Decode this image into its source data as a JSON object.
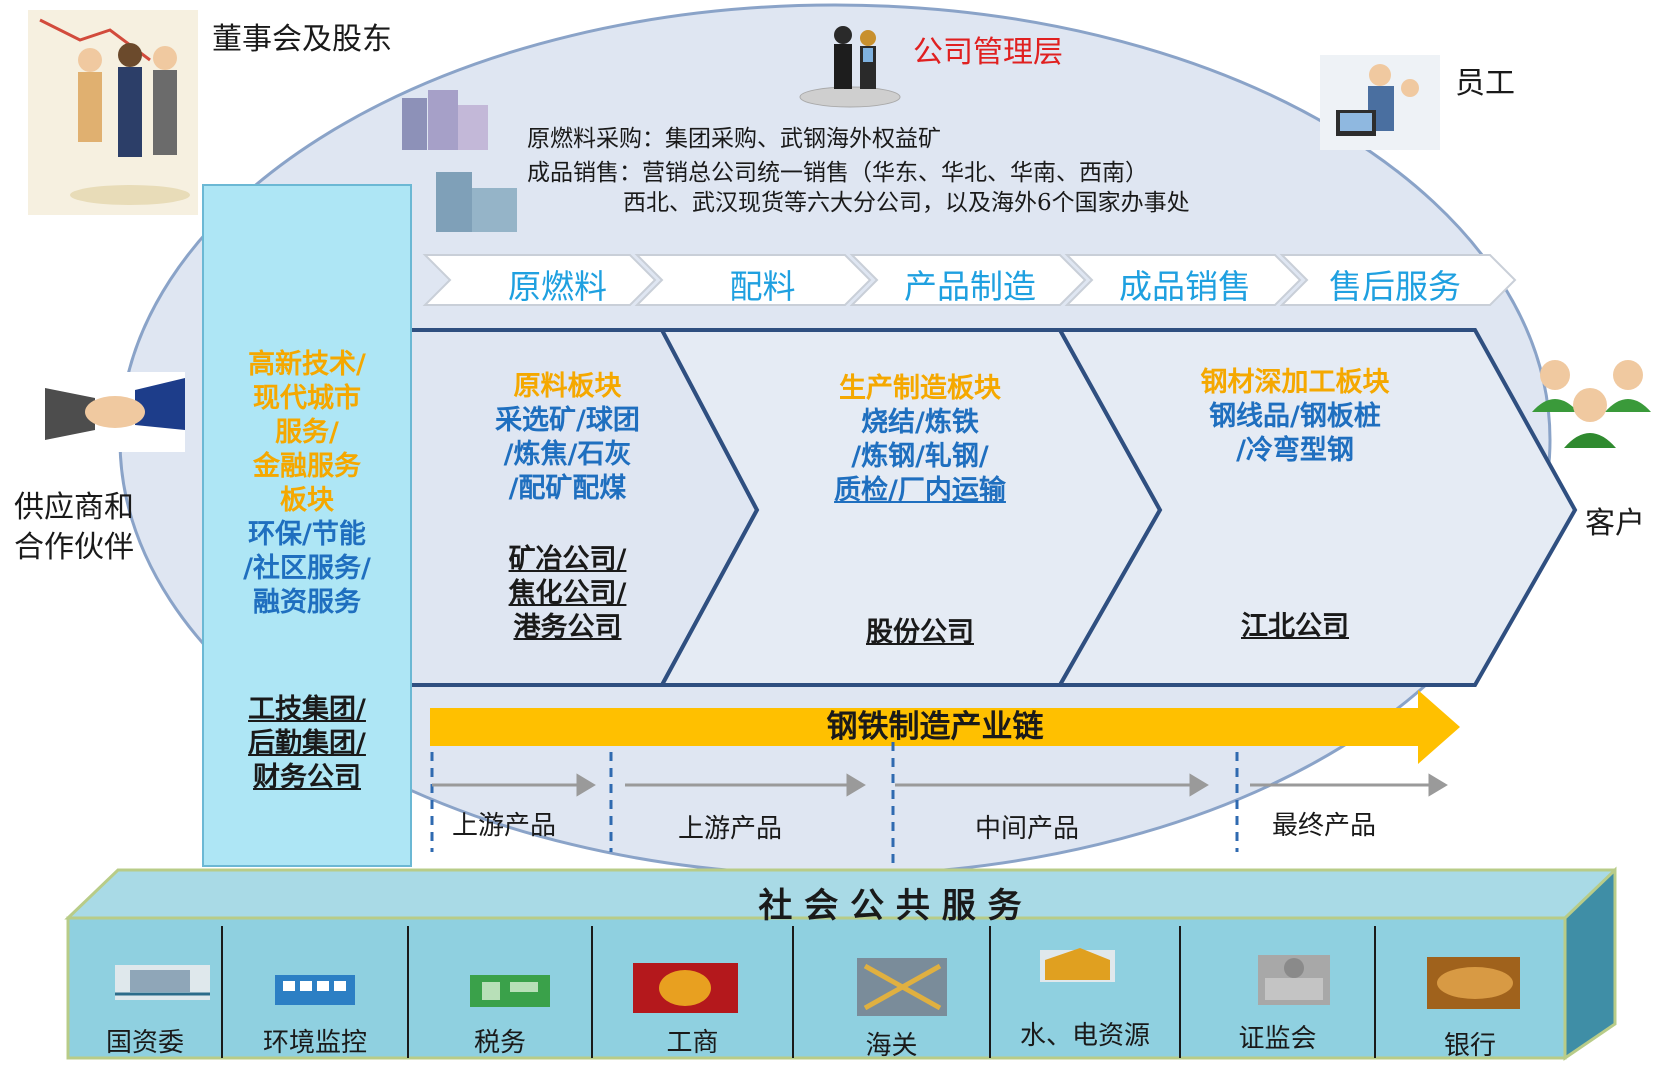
{
  "stakeholders": {
    "board": "董事会及股东",
    "management": "公司管理层",
    "employees": "员工",
    "suppliers": [
      "供应商和",
      "合作伙伴"
    ],
    "customers": "客户"
  },
  "procurement": {
    "line1": "原燃料采购：集团采购、武钢海外权益矿",
    "line2": "成品销售：营销总公司统一销售（华东、华北、华南、西南）",
    "line3": "西北、武汉现货等六大分公司，以及海外6个国家办事处"
  },
  "value_chain": [
    "原燃料",
    "配料",
    "产品制造",
    "成品销售",
    "售后服务"
  ],
  "left_panel": {
    "orange_lines": [
      "高新技术/",
      "现代城市",
      "服务/",
      "金融服务",
      "板块"
    ],
    "blue_lines": [
      "环保/节能",
      "/社区服务/",
      "融资服务"
    ],
    "companies": [
      "工技集团/",
      "后勤集团/",
      "财务公司"
    ]
  },
  "segments": [
    {
      "title": "原料板块",
      "lines": [
        "采选矿/球团",
        "/炼焦/石灰",
        "/配矿配煤"
      ],
      "companies": [
        "矿冶公司/",
        "焦化公司/",
        "港务公司"
      ]
    },
    {
      "title": "生产制造板块",
      "lines": [
        "烧结/炼铁",
        "/炼钢/轧钢/",
        "质检/厂内运输"
      ],
      "companies": [
        "股份公司"
      ]
    },
    {
      "title": "钢材深加工板块",
      "lines": [
        "钢线品/钢板桩",
        "/冷弯型钢"
      ],
      "companies": [
        "江北公司"
      ]
    }
  ],
  "chain": {
    "label": "钢铁制造产业链",
    "stages": [
      "上游产品",
      "上游产品",
      "中间产品",
      "最终产品"
    ]
  },
  "public_services": {
    "title": "社 会 公 共 服 务",
    "items": [
      "国资委",
      "环境监控",
      "税务",
      "工商",
      "海关",
      "水、电资源",
      "证监会",
      "银行"
    ]
  },
  "colors": {
    "ellipse": "#dfe6f2",
    "ellipse_stroke": "#8aa3c8",
    "chevron_stroke": "#2f4f80",
    "arrow": "#ffc000",
    "left_panel": "#aee6f5",
    "service_bar": "#8fd0e0",
    "orange_text": "#f5a800",
    "blue_text": "#1f6fbf"
  }
}
